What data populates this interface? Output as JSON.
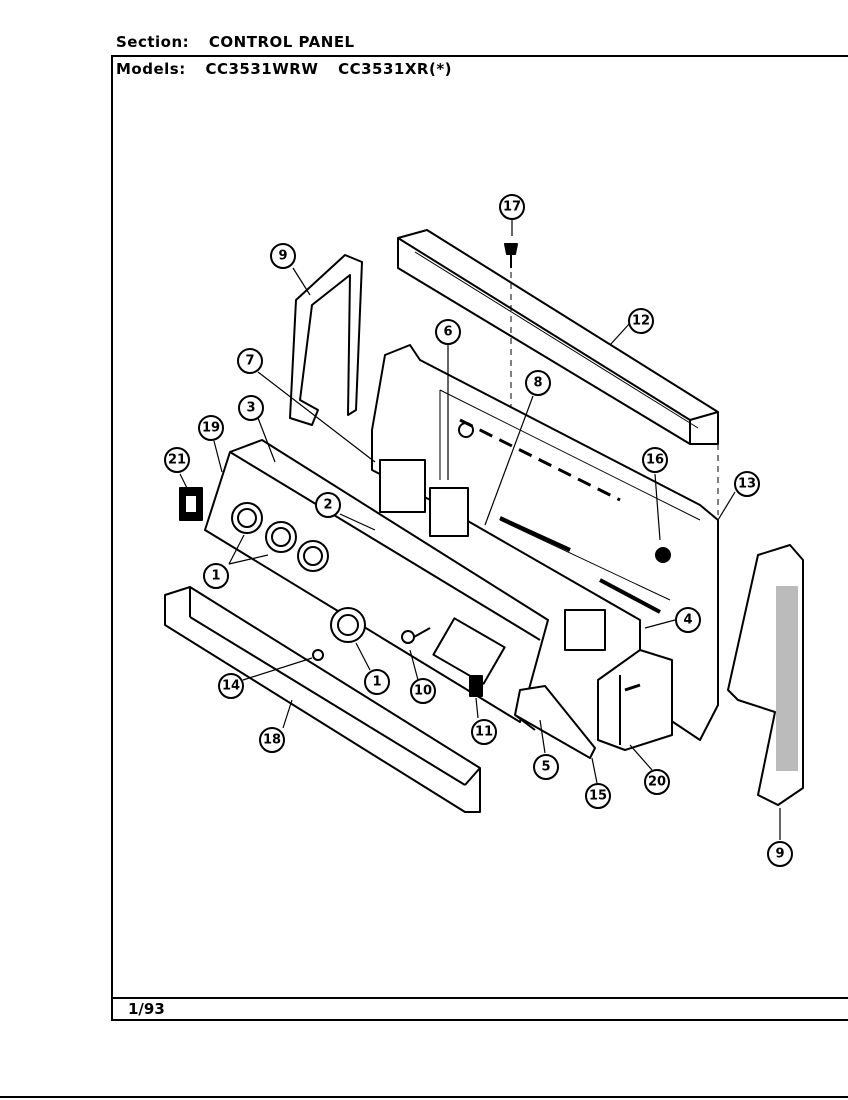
{
  "header": {
    "section_label": "Section:",
    "section_value": "CONTROL PANEL",
    "models_label": "Models:",
    "model_1": "CC3531WRW",
    "model_2": "CC3531XR(*)"
  },
  "footer": {
    "date": "1/93"
  },
  "callouts": [
    {
      "id": "17",
      "label": "17"
    },
    {
      "id": "12",
      "label": "12"
    },
    {
      "id": "9a",
      "label": "9"
    },
    {
      "id": "6",
      "label": "6"
    },
    {
      "id": "7",
      "label": "7"
    },
    {
      "id": "8",
      "label": "8"
    },
    {
      "id": "3",
      "label": "3"
    },
    {
      "id": "19",
      "label": "19"
    },
    {
      "id": "21",
      "label": "21"
    },
    {
      "id": "16",
      "label": "16"
    },
    {
      "id": "13",
      "label": "13"
    },
    {
      "id": "2",
      "label": "2"
    },
    {
      "id": "1a",
      "label": "1"
    },
    {
      "id": "4",
      "label": "4"
    },
    {
      "id": "14",
      "label": "14"
    },
    {
      "id": "1b",
      "label": "1"
    },
    {
      "id": "10",
      "label": "10"
    },
    {
      "id": "18",
      "label": "18"
    },
    {
      "id": "11",
      "label": "11"
    },
    {
      "id": "5",
      "label": "5"
    },
    {
      "id": "20",
      "label": "20"
    },
    {
      "id": "15",
      "label": "15"
    },
    {
      "id": "9b",
      "label": "9"
    }
  ]
}
